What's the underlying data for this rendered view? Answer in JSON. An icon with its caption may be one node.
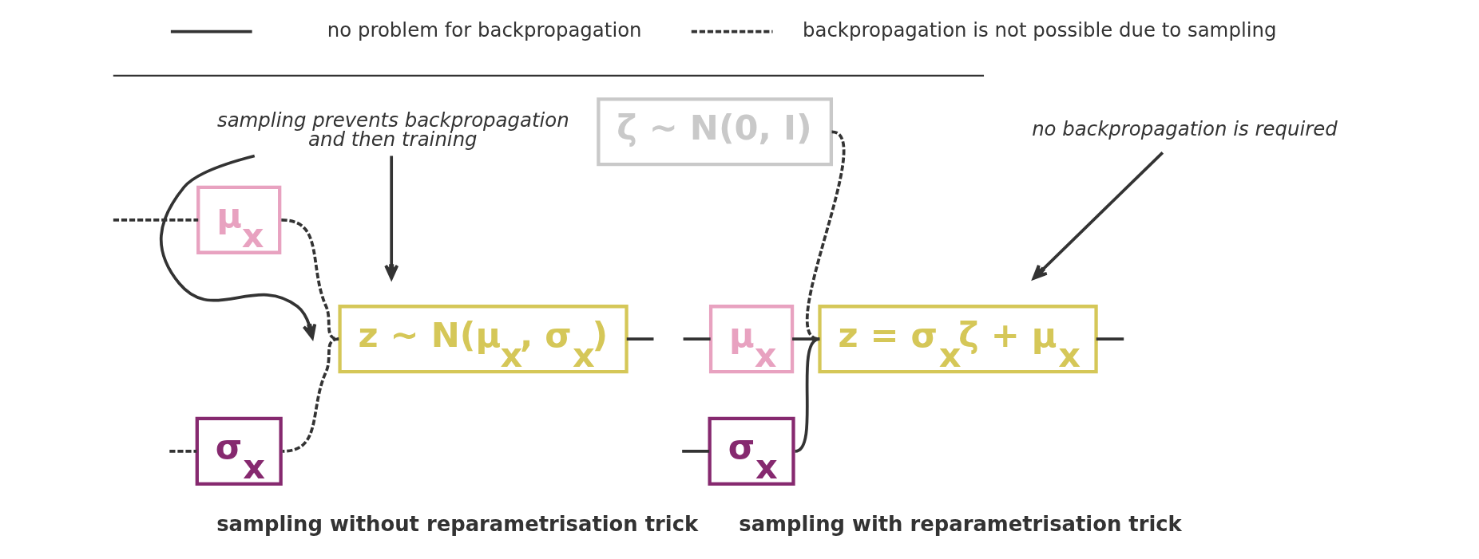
{
  "diagram": {
    "nodes": [
      {
        "text": [
          "μ$_{x}$"
        ]
      },
      {
        "text": [
          "σ$_{x}$"
        ]
      },
      {
        "text": [
          "z ~ N(μ$_{x}$, σ$_{x}$)"
        ]
      },
      {
        "text": [
          "sampling prevents backpropagation and then training"
        ]
      },
      {
        "text": [
          "ζ ~ N(0, I)"
        ]
      },
      {
        "text": [
          "no backpropagation is required"
        ]
      },
      {
        "text": [
          "μ$_{x}$"
        ]
      },
      {
        "text": [
          "σ$_{x}$"
        ]
      },
      {
        "text": [
          "z = σ$_{x}$ζ + μ$_{x}$"
        ]
      }
    ],
    "edges": [
      {
        "from": null,
        "to": 0,
        "arrow": "none",
        "style": "dashed"
      },
      {
        "from": null,
        "to": 1,
        "arrow": "none",
        "style": "dashed"
      },
      {
        "from": 0,
        "to": 2,
        "arrow": "none",
        "style": "dashed"
      },
      {
        "from": 1,
        "to": 2,
        "arrow": "none",
        "style": "dashed"
      },
      {
        "from": 2,
        "to": null,
        "arrow": "none"
      },
      {
        "from": 3,
        "to": null,
        "arrow": "to"
      },
      {
        "from": 3,
        "to": null,
        "arrow": "to"
      },
      {
        "from": 4,
        "to": 8,
        "arrow": "none",
        "style": "dashed"
      },
      {
        "from": 5,
        "to": null,
        "arrow": "to"
      },
      {
        "from": null,
        "to": 6,
        "arrow": "none"
      },
      {
        "from": null,
        "to": 7,
        "arrow": "none"
      },
      {
        "from": 6,
        "to": 8,
        "arrow": "none"
      },
      {
        "from": 7,
        "to": 8,
        "arrow": "none"
      },
      {
        "from": 8,
        "to": null,
        "arrow": "none"
      }
    ],
    "labels": [
      "sampling without reparametrisation trick",
      "sampling with reparametrisation trick"
    ],
    "legend": [
      {
        "text": "no problem for backpropagation"
      },
      {
        "text": "backpropagation is not possible due to sampling"
      }
    ]
  }
}
